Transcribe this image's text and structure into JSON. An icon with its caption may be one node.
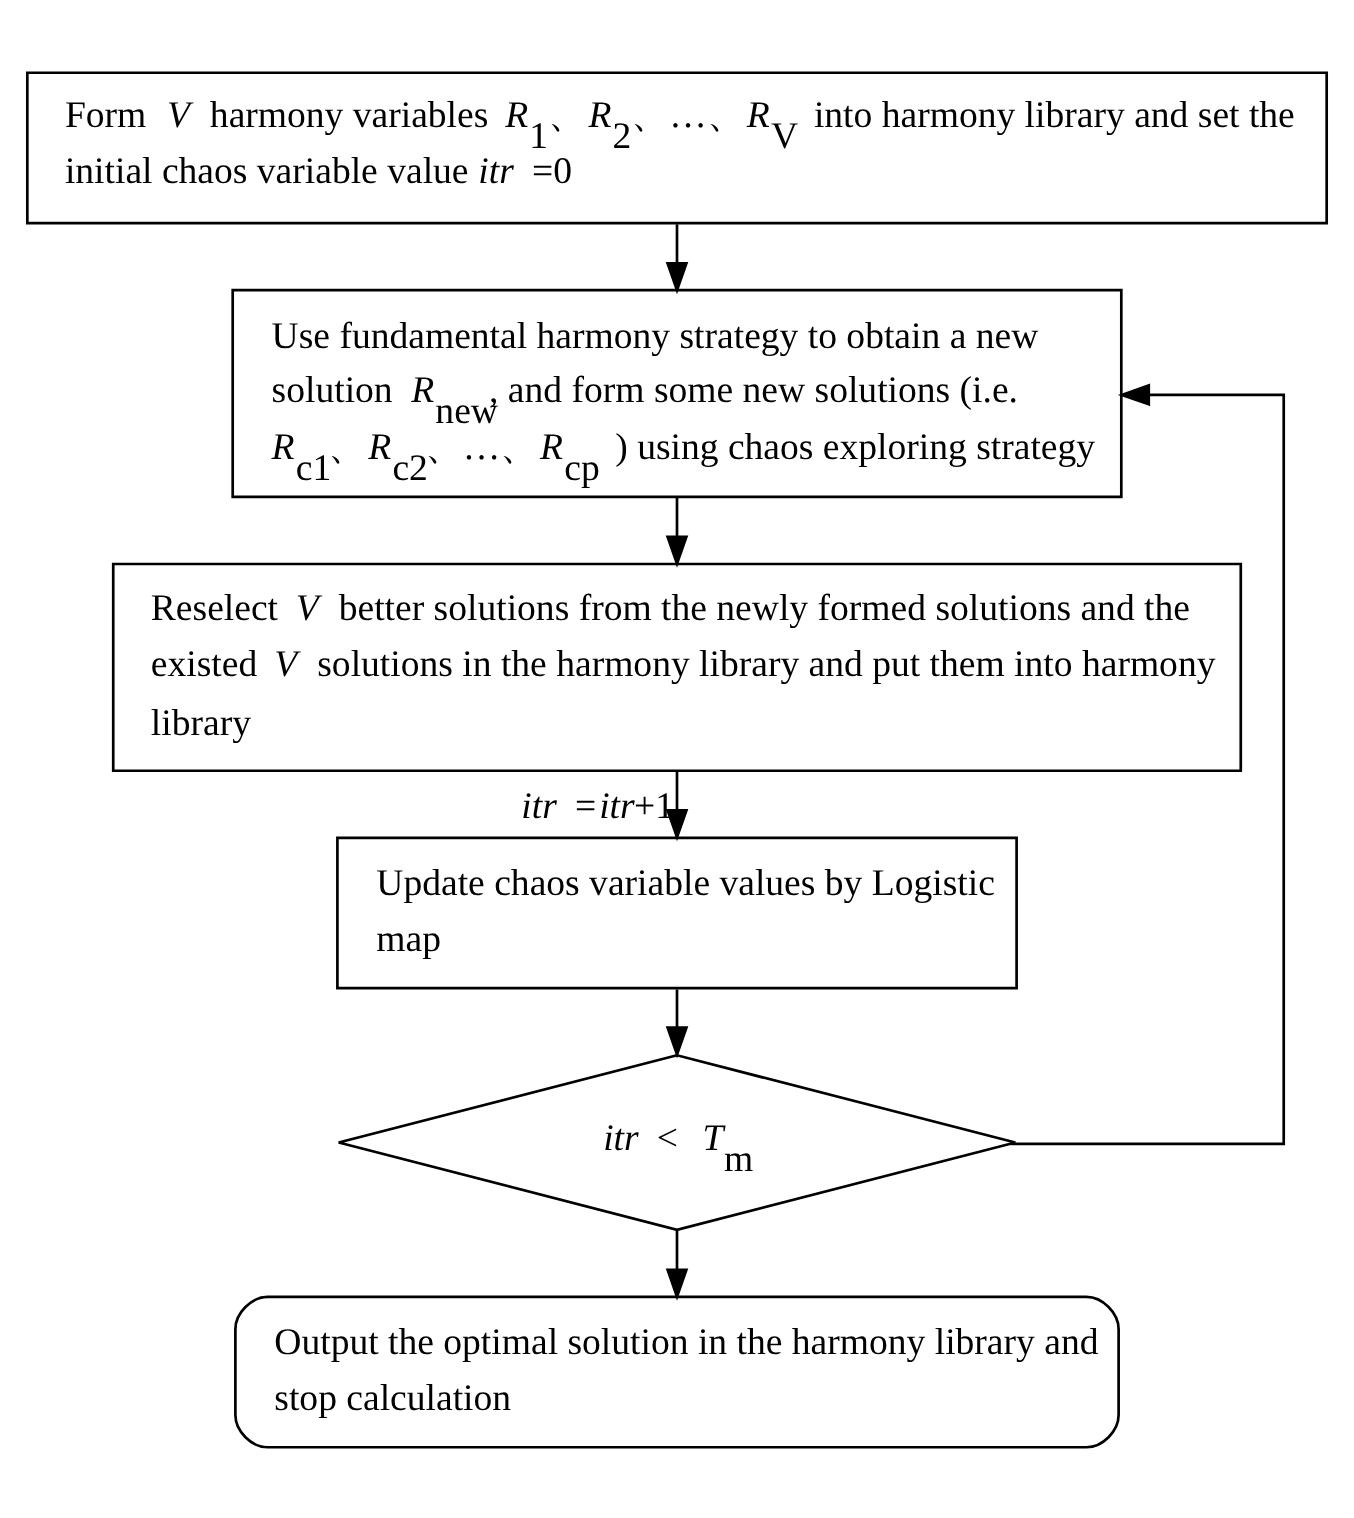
{
  "diagram": {
    "nodes": [
      {
        "text": [
          "Form *V* harmony variables *R*$_{1}$、*R*$_{2}$、…、*R*$_{V}$ into harmony library and set the initial chaos variable value *itr* =0"
        ]
      },
      {
        "text": [
          "Use fundamental harmony strategy to obtain a new solution *R*$_{new}$, and form some new solutions (i.e. *R*$_{c1}$、*R*$_{c2}$、…、*R*$_{cp}$ ) using chaos exploring strategy"
        ]
      },
      {
        "text": [
          "Reselect *V* better solutions from the newly formed solutions and the existed *V* solutions in the harmony library and put them into harmony library"
        ]
      },
      {
        "text": [
          "Update chaos variable values by Logistic map"
        ]
      },
      {
        "text": [
          "*itr* < *T*$_{m}$"
        ]
      },
      {
        "text": [
          "Output the optimal solution in the harmony library and stop calculation"
        ]
      }
    ],
    "edges": [
      {
        "from": 0,
        "to": 1,
        "arrow": "to"
      },
      {
        "from": 1,
        "to": 2,
        "arrow": "to"
      },
      {
        "from": 2,
        "to": 3,
        "arrow": "to",
        "label": "*itr* =*itr*+1"
      },
      {
        "from": 3,
        "to": 4,
        "arrow": "to"
      },
      {
        "from": 4,
        "to": 1,
        "arrow": "to"
      },
      {
        "from": 4,
        "to": 5,
        "arrow": "to"
      }
    ]
  }
}
